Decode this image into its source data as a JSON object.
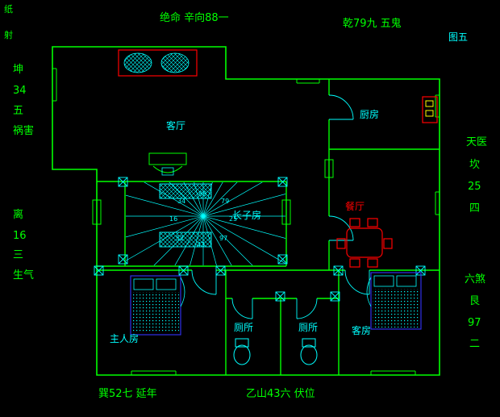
{
  "colors": {
    "background": "#000000",
    "walls": "#00ff00",
    "furniture": "#00ffff",
    "accent_red": "#ff0000",
    "accent_yellow": "#ffff00",
    "bed_outline": "#3333ff"
  },
  "annotations": {
    "corner_char_1": "纸",
    "corner_char_2": "射",
    "top_center": "绝命 辛向88一",
    "top_right": "乾79九 五鬼",
    "figure_label": "图五",
    "west_group": [
      "坤",
      "34",
      "五",
      "祸害"
    ],
    "east_group": [
      "天医",
      "坎",
      "25",
      "四"
    ],
    "west_lower_group": [
      "离",
      "16",
      "三",
      "生气"
    ],
    "east_lower_group": [
      "六煞",
      "艮",
      "97",
      "二"
    ],
    "bottom_left": "巽52七 延年",
    "bottom_center": "乙山43六 伏位"
  },
  "rooms": {
    "living_room": "客厅",
    "kitchen": "厨房",
    "dining_room": "餐厅",
    "eldest_son_room": "长子房",
    "master_bedroom": "主人房",
    "toilet_left": "厕所",
    "toilet_right": "厕所",
    "guest_room": "客房"
  },
  "compass_numbers": [
    "88",
    "79",
    "25",
    "97",
    "43",
    "52",
    "16",
    "34"
  ]
}
